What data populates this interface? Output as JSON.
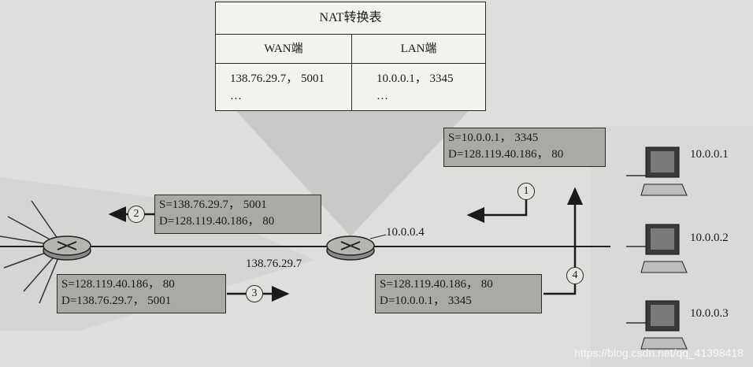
{
  "nat_table": {
    "title": "NAT转换表",
    "wan_header": "WAN端",
    "lan_header": "LAN端",
    "wan_entry": "138.76.29.7， 5001",
    "wan_more": "…",
    "lan_entry": "10.0.0.1， 3345",
    "lan_more": "…"
  },
  "packets": {
    "p1": {
      "src": "S=10.0.0.1， 3345",
      "dst": "D=128.119.40.186， 80"
    },
    "p2": {
      "src": "S=138.76.29.7， 5001",
      "dst": "D=128.119.40.186， 80"
    },
    "p3": {
      "src": "S=128.119.40.186， 80",
      "dst": "D=138.76.29.7， 5001"
    },
    "p4": {
      "src": "S=128.119.40.186， 80",
      "dst": "D=10.0.0.1， 3345"
    }
  },
  "steps": [
    "1",
    "2",
    "3",
    "4"
  ],
  "router": {
    "lan_addr": "10.0.0.4",
    "wan_addr": "138.76.29.7"
  },
  "hosts": [
    "10.0.0.1",
    "10.0.0.2",
    "10.0.0.3"
  ],
  "watermark": "https://blog.csdn.net/qq_41398418"
}
